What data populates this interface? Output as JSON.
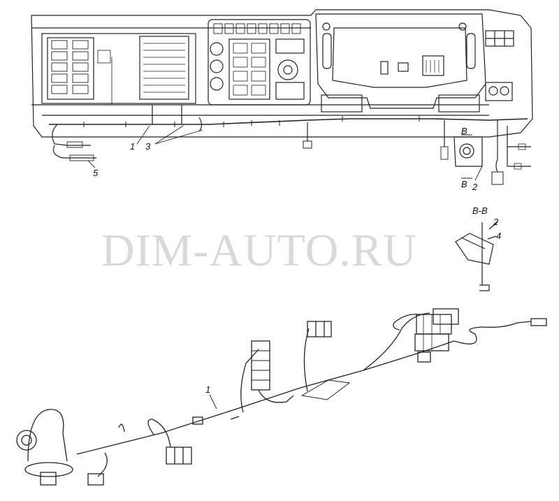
{
  "watermark": "DIM-AUTO.RU",
  "section_title": "B-B",
  "view_marks": [
    "B",
    "B"
  ],
  "callouts": {
    "top_1": "1",
    "top_3": "3",
    "top_5": "5",
    "top_2": "2",
    "sec_2": "2",
    "sec_4": "4",
    "bottom_1": "1"
  },
  "colors": {
    "line": "#222222",
    "watermark": "#d9d9d9",
    "background": "#ffffff"
  }
}
